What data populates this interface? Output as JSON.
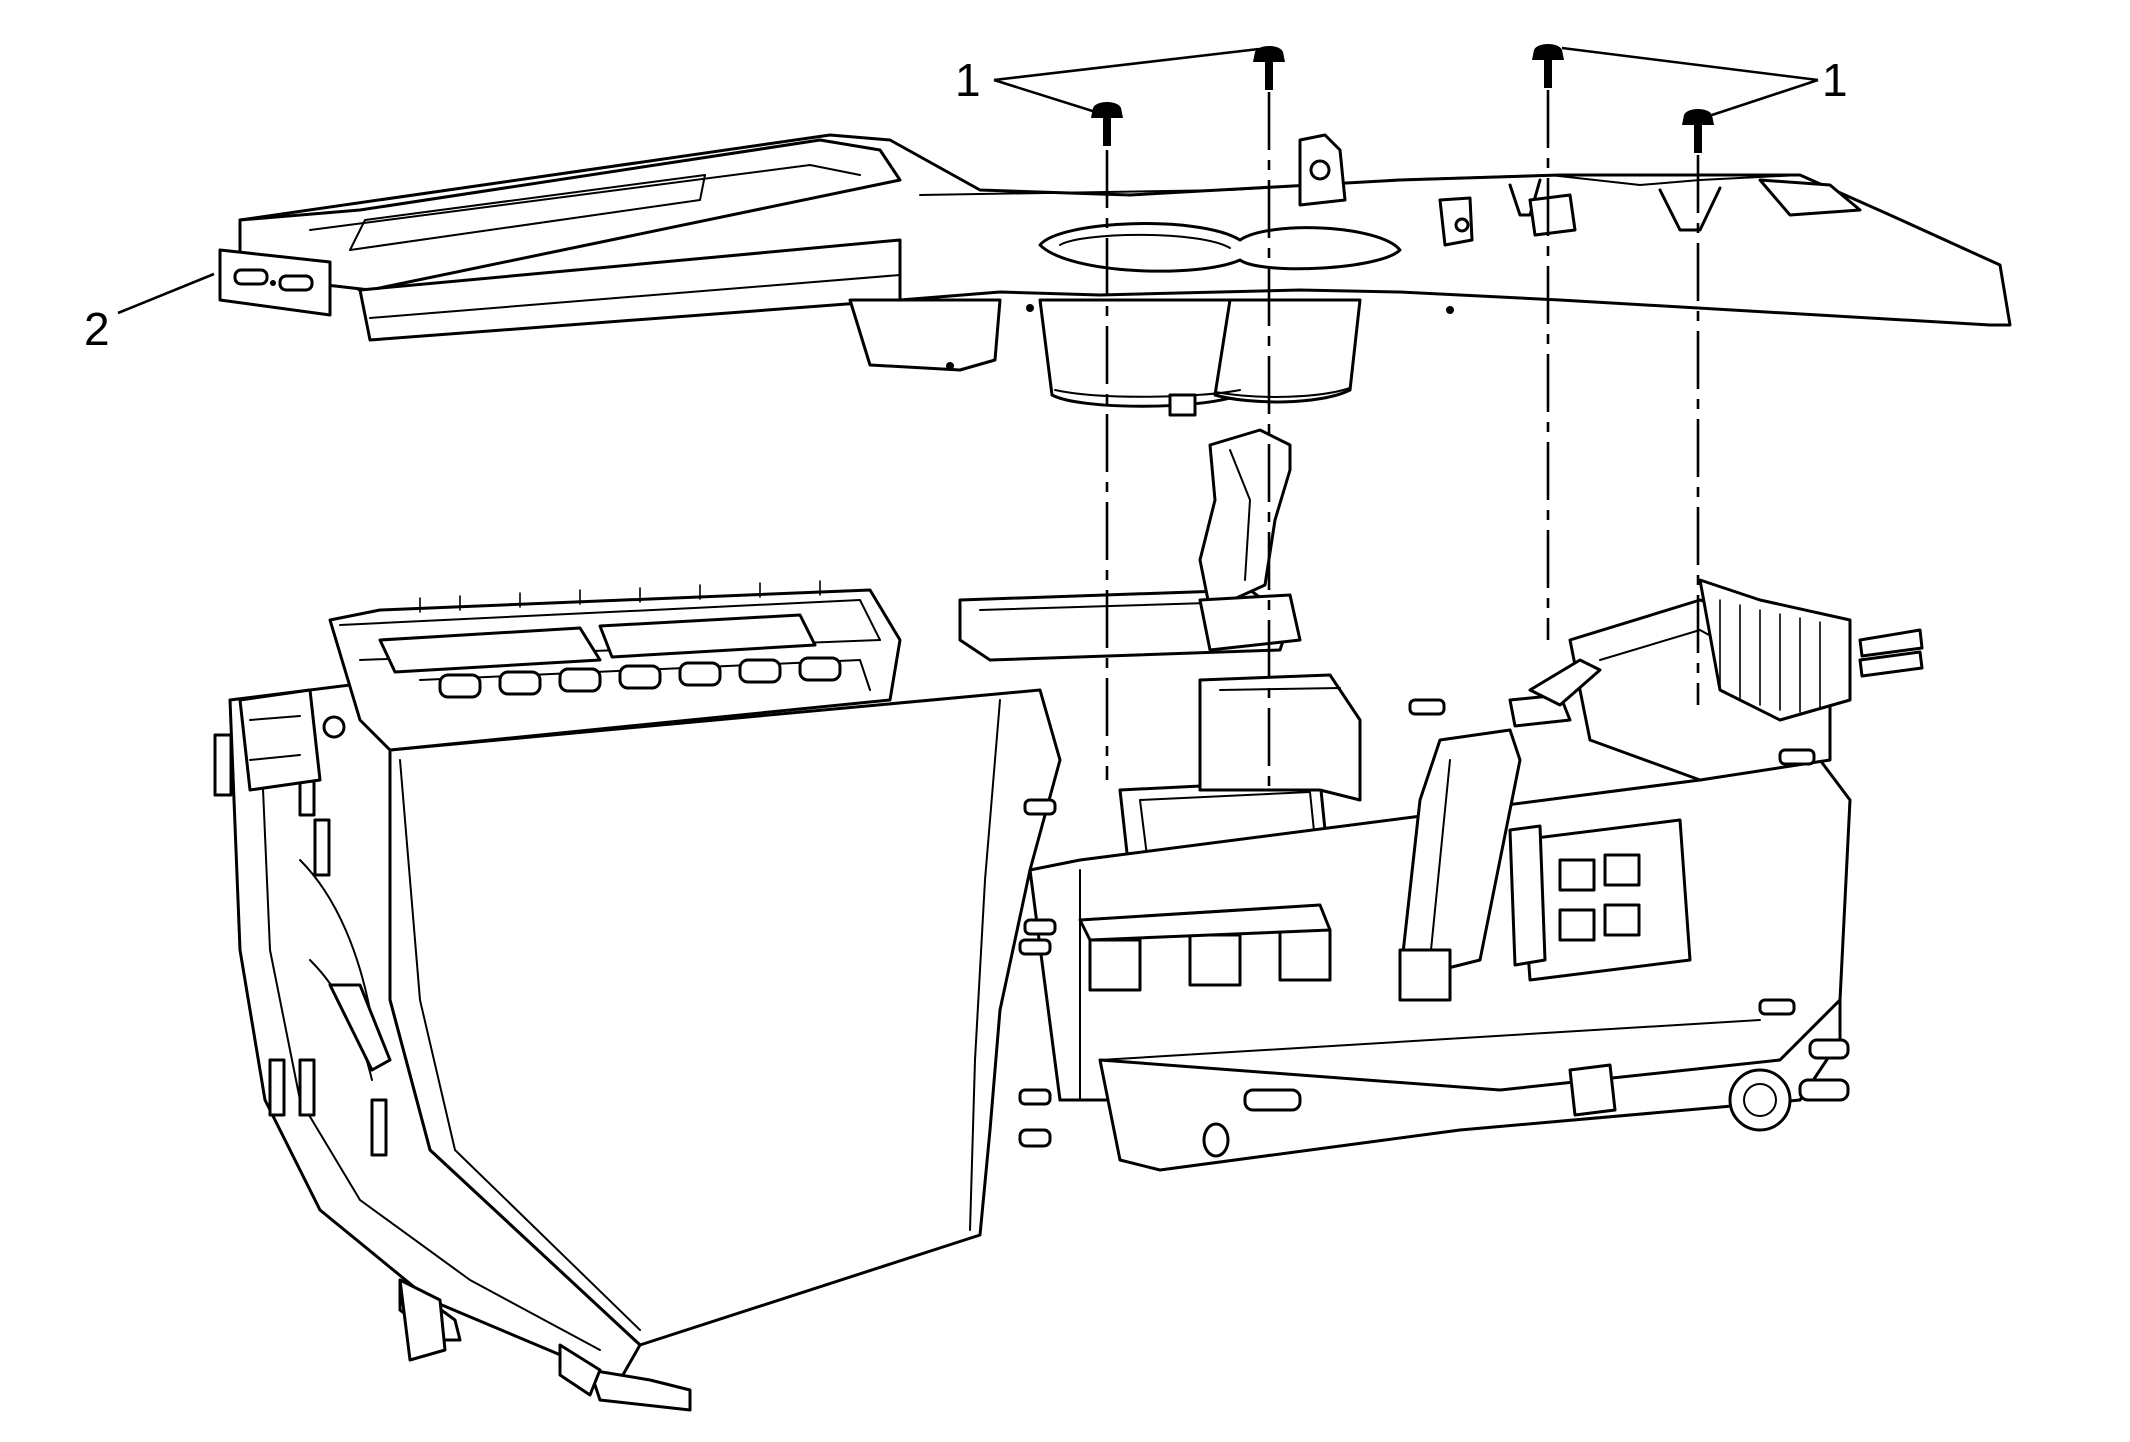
{
  "callouts": [
    {
      "id": "1",
      "target": "screw"
    },
    {
      "id": "2",
      "target": "console-trim-panel"
    }
  ]
}
